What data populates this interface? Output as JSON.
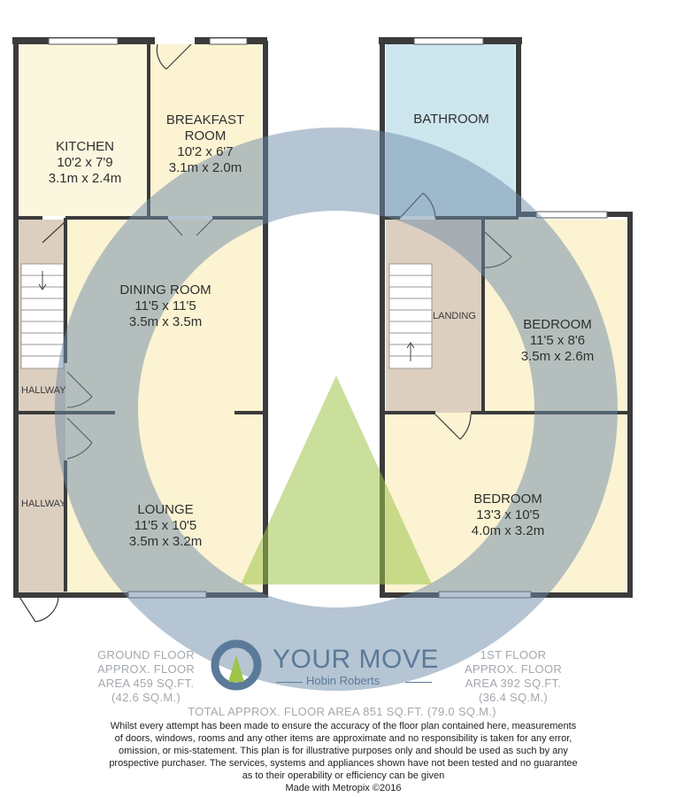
{
  "rooms": {
    "kitchen": {
      "name": "KITCHEN",
      "imperial": "10'2 x 7'9",
      "metric": "3.1m x 2.4m"
    },
    "breakfast": {
      "name_line1": "BREAKFAST",
      "name_line2": "ROOM",
      "imperial": "10'2 x 6'7",
      "metric": "3.1m x 2.0m"
    },
    "dining": {
      "name": "DINING ROOM",
      "imperial": "11'5 x 11'5",
      "metric": "3.5m x 3.5m"
    },
    "lounge": {
      "name": "LOUNGE",
      "imperial": "11'5 x 10'5",
      "metric": "3.5m x 3.2m"
    },
    "hallway_upper": {
      "name": "HALLWAY"
    },
    "hallway_lower": {
      "name": "HALLWAY"
    },
    "bathroom": {
      "name": "BATHROOM"
    },
    "landing": {
      "name": "LANDING"
    },
    "bedroom_rear": {
      "name": "BEDROOM",
      "imperial": "11'5 x 8'6",
      "metric": "3.5m x 2.6m"
    },
    "bedroom_front": {
      "name": "BEDROOM",
      "imperial": "13'3 x 10'5",
      "metric": "4.0m x 3.2m"
    }
  },
  "areas": {
    "ground": [
      "GROUND FLOOR",
      "APPROX. FLOOR",
      "AREA 459 SQ.FT.",
      "(42.6 SQ.M.)"
    ],
    "first": [
      "1ST FLOOR",
      "APPROX. FLOOR",
      "AREA 392 SQ.FT.",
      "(36.4 SQ.M.)"
    ],
    "total": "TOTAL APPROX. FLOOR AREA 851 SQ.FT. (79.0 SQ.M.)"
  },
  "brand": {
    "name": "YOUR MOVE",
    "sub": "Hobin Roberts"
  },
  "disclaimer": [
    "Whilst every attempt has been made to ensure the accuracy of the floor plan contained here, measurements",
    "of doors, windows, rooms and any other items are approximate and no responsibility is taken for any error,",
    "omission, or mis-statement. This plan is for illustrative purposes only and should be used as such by any",
    "prospective purchaser. The services, systems and appliances shown have not been tested and no guarantee",
    "as to their operability or efficiency can be given",
    "Made with Metropix ©2016"
  ],
  "colors": {
    "kitchen_fill": "#fbf6de",
    "room_fill": "#fbf3d2",
    "hallway_fill": "#dccfbf",
    "bathroom_fill": "#cde6ee",
    "landing_fill": "#dccfbf",
    "wall": "#3b3b3b",
    "watermark_blue": "#6d8ba8",
    "watermark_green": "#9ec44a",
    "brand_blue": "#5b7a99"
  }
}
